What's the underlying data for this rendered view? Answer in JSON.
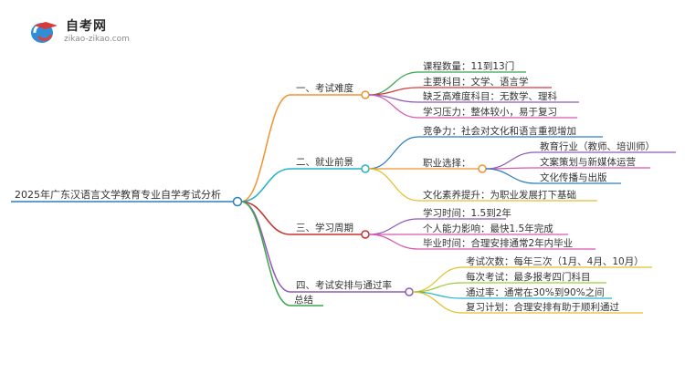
{
  "logo": {
    "title": "自考网",
    "subtitle": "zikao-zikao.com"
  },
  "root": "2025年广东汉语言文学教育专业自学考试分析",
  "branches": [
    {
      "label": "一、考试难度",
      "color": "#f0922e",
      "items": [
        "课程数量：11到13门",
        "主要科目：文学、语言学",
        "缺乏高难度科目：无数学、理科",
        "学习压力：整体较小，易于复习"
      ],
      "item_colors": [
        "#3aa54a",
        "#d8383a",
        "#8f5ab8",
        "#d856b0"
      ]
    },
    {
      "label": "二、就业前景",
      "color": "#26b3c8",
      "items": [
        "竞争力：社会对文化和语言重视增加",
        "职业选择：",
        "文化素养提升：为职业发展打下基础"
      ],
      "item_colors": [
        "#2a7fc2",
        "#f0922e",
        "#e0c02a"
      ],
      "sub_label": "职业选择：",
      "sub_items": [
        "教育行业（教师、培训师）",
        "文案策划与新媒体运营",
        "文化传播与出版"
      ],
      "sub_colors": [
        "#8f5ab8",
        "#d856b0",
        "#2a7fc2"
      ]
    },
    {
      "label": "三、学习周期",
      "color": "#c8302e",
      "items": [
        "学习时间：1.5到2年",
        "个人能力影响：最快1.5年完成",
        "毕业时间：合理安排通常2年内毕业"
      ],
      "item_colors": [
        "#8f5ab8",
        "#d856b0",
        "#d856b0"
      ]
    },
    {
      "label": "四、考试安排与通过率",
      "color": "#8f5ab8",
      "items": [
        "考试次数：每年三次（1月、4月、10月）",
        "每次考试：最多报考四门科目",
        "通过率：通常在30%到90%之间",
        "复习计划：合理安排有助于顺利通过"
      ],
      "item_colors": [
        "#e0c02a",
        "#9ccc3a",
        "#26b3c8",
        "#e0c02a"
      ]
    },
    {
      "label": "总结",
      "color": "#3aa54a",
      "items": [],
      "item_colors": []
    }
  ],
  "colors": {
    "root_line": "#2a7fc2",
    "root_node": "#2a7fc2"
  }
}
